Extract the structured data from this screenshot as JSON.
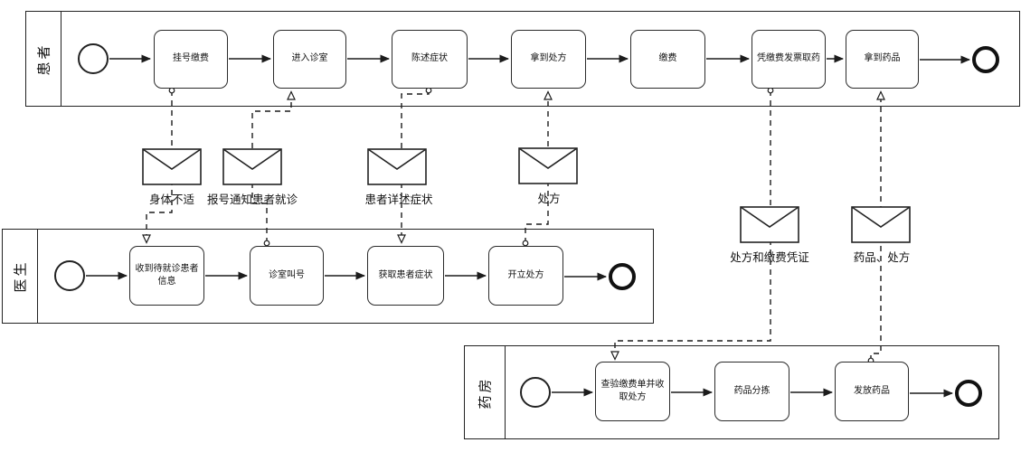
{
  "diagram": {
    "title": "Hospital visit BPMN process",
    "colors": {
      "line": "#222222",
      "node_fill": "#ffffff",
      "background": "#ffffff"
    },
    "lanes": [
      {
        "label": "患者",
        "tasks": [
          {
            "label": "挂号缴费"
          },
          {
            "label": "进入诊室"
          },
          {
            "label": "陈述症状"
          },
          {
            "label": "拿到处方"
          },
          {
            "label": "缴费"
          },
          {
            "label": "凭缴费发票取药"
          },
          {
            "label": "拿到药品"
          }
        ]
      },
      {
        "label": "医生",
        "tasks": [
          {
            "label": "收到待就诊患者信息"
          },
          {
            "label": "诊室叫号"
          },
          {
            "label": "获取患者症状"
          },
          {
            "label": "开立处方"
          }
        ]
      },
      {
        "label": "药房",
        "tasks": [
          {
            "label": "查验缴费单并收取处方"
          },
          {
            "label": "药品分拣"
          },
          {
            "label": "发放药品"
          }
        ]
      }
    ],
    "messages": [
      {
        "label": "身体不适"
      },
      {
        "label": "报号通知患者就诊"
      },
      {
        "label": "患者详述症状"
      },
      {
        "label": "处方"
      },
      {
        "label": "处方和缴费凭证"
      },
      {
        "label": "药品、处方"
      }
    ]
  }
}
